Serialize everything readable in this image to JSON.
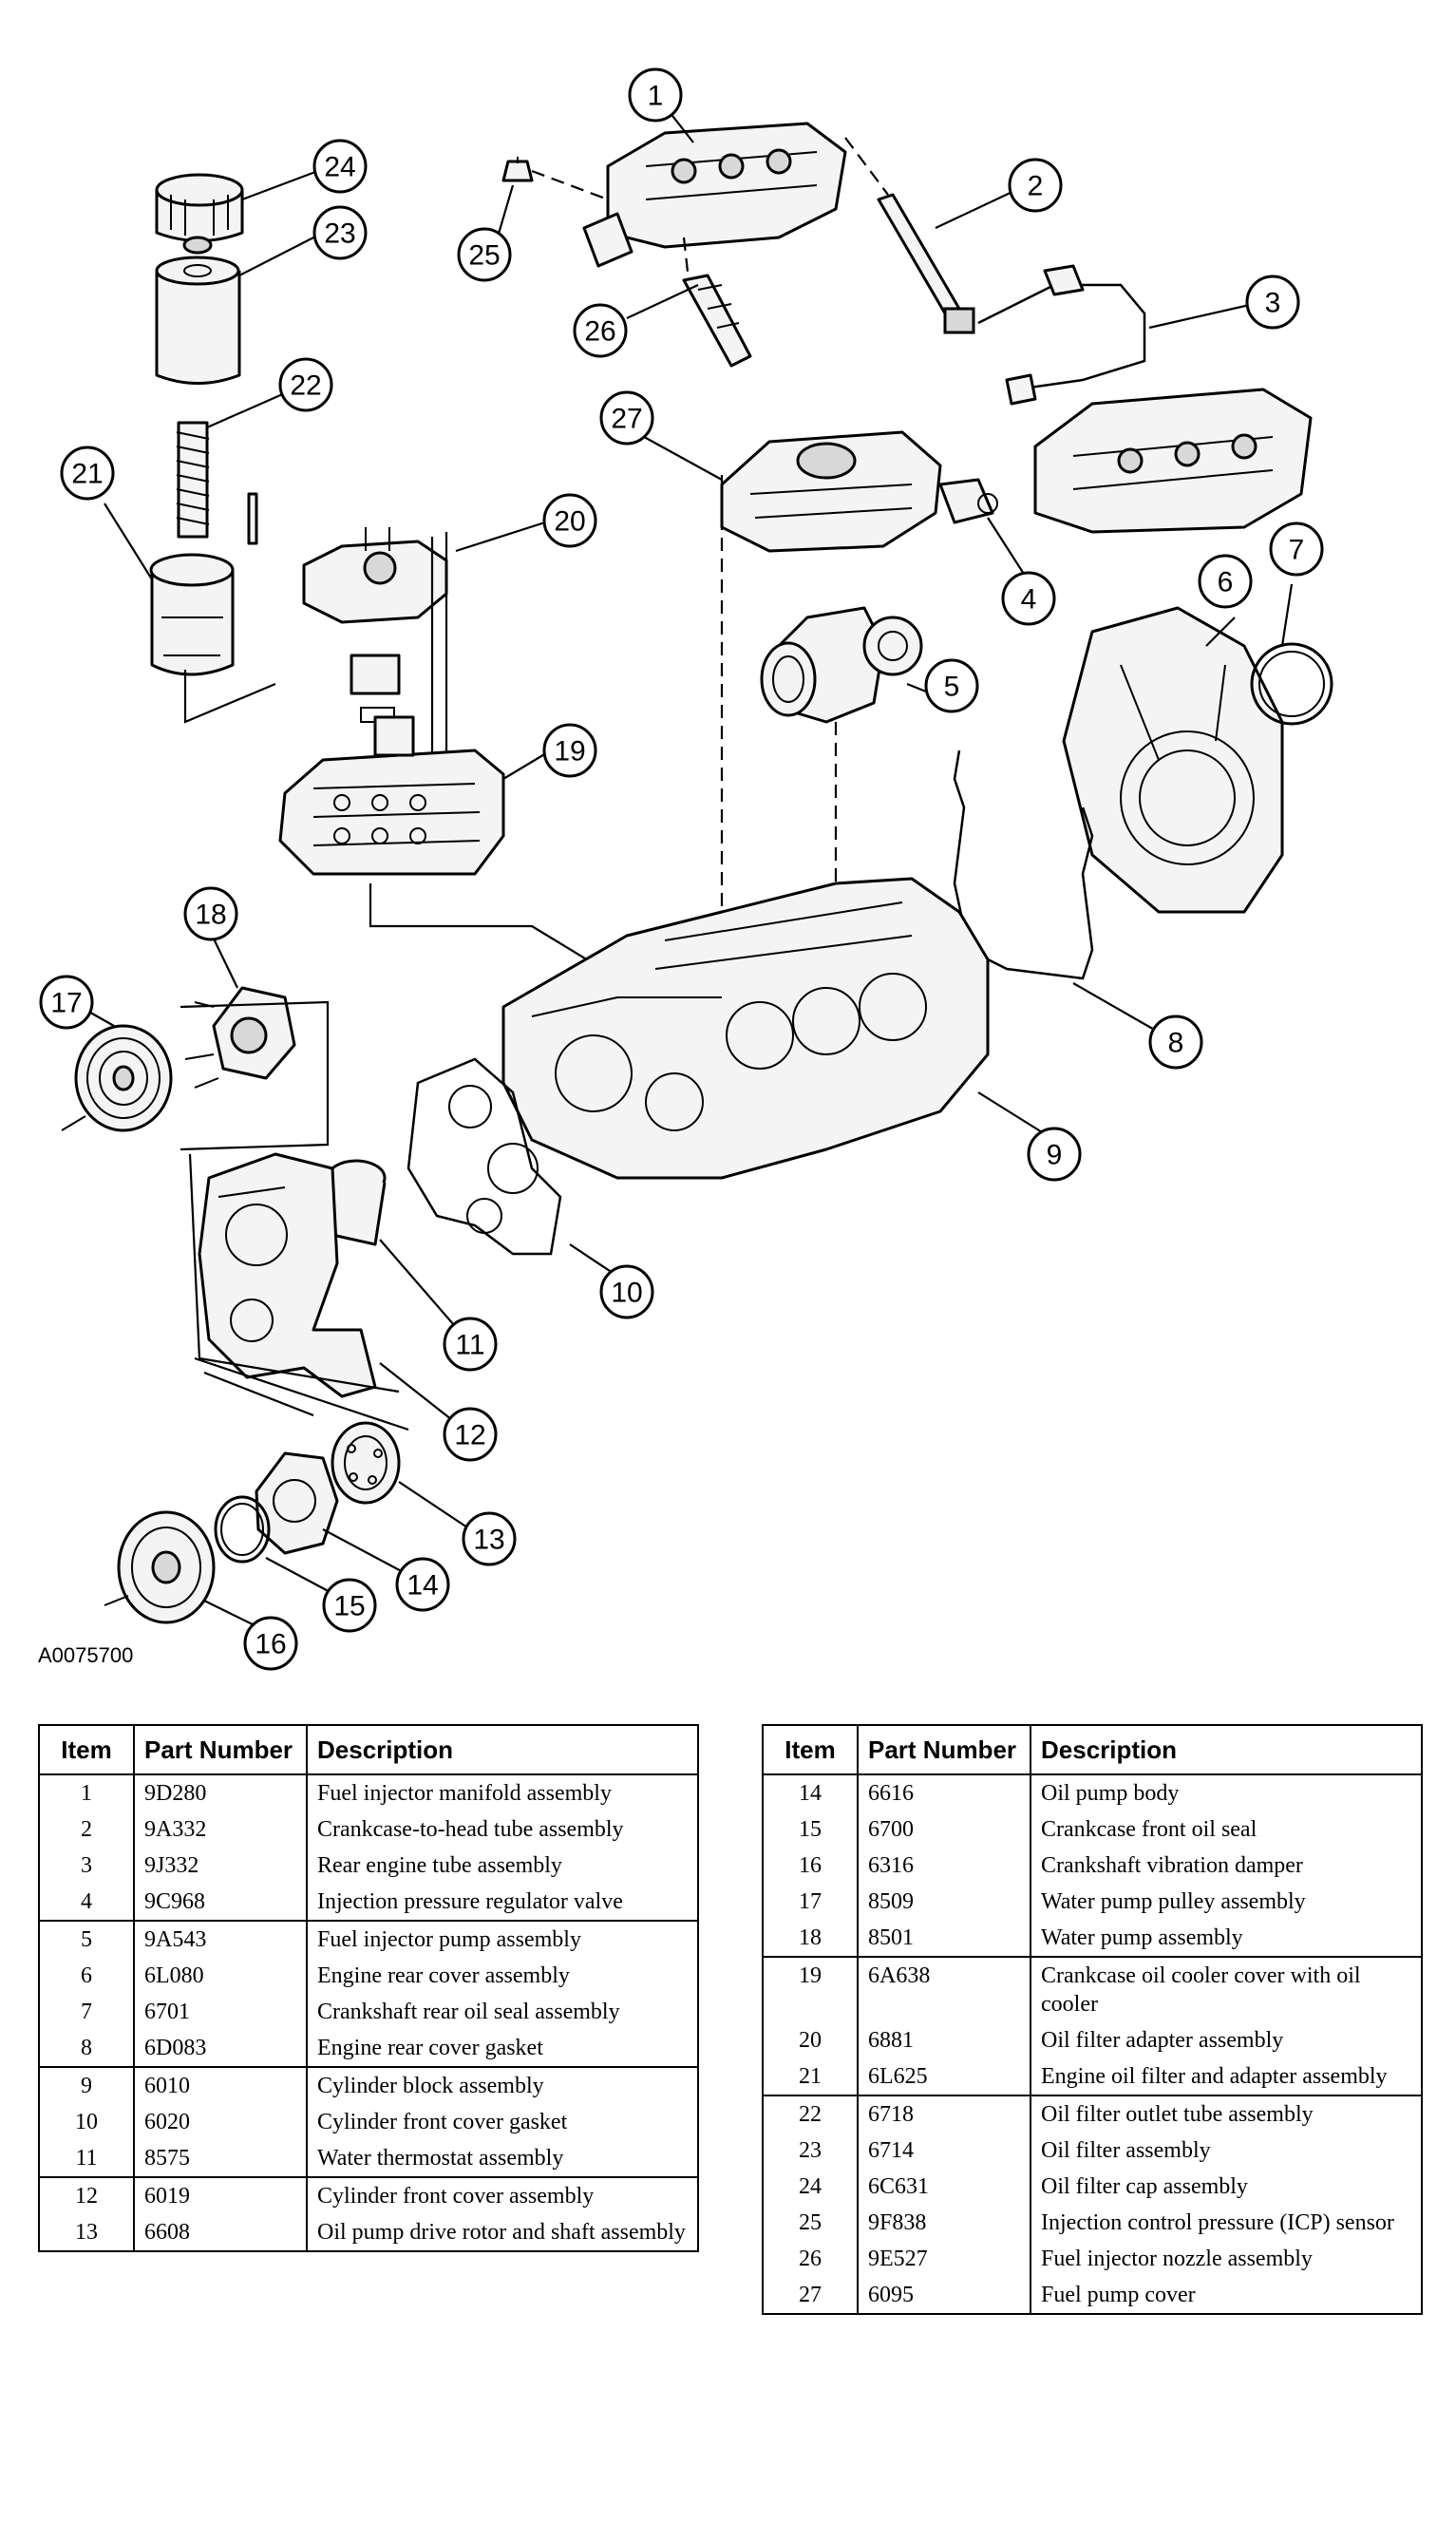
{
  "figure_id": "A0075700",
  "callouts": [
    "1",
    "2",
    "3",
    "4",
    "5",
    "6",
    "7",
    "8",
    "9",
    "10",
    "11",
    "12",
    "13",
    "14",
    "15",
    "16",
    "17",
    "18",
    "19",
    "20",
    "21",
    "22",
    "23",
    "24",
    "25",
    "26",
    "27"
  ],
  "table_headers": {
    "item": "Item",
    "part_number": "Part Number",
    "description": "Description"
  },
  "parts_left": [
    {
      "item": "1",
      "part_number": "9D280",
      "description": "Fuel injector manifold assembly"
    },
    {
      "item": "2",
      "part_number": "9A332",
      "description": "Crankcase-to-head tube assembly"
    },
    {
      "item": "3",
      "part_number": "9J332",
      "description": "Rear engine tube assembly"
    },
    {
      "item": "4",
      "part_number": "9C968",
      "description": "Injection pressure regulator valve"
    },
    {
      "item": "5",
      "part_number": "9A543",
      "description": "Fuel injector pump assembly"
    },
    {
      "item": "6",
      "part_number": "6L080",
      "description": "Engine rear cover assembly"
    },
    {
      "item": "7",
      "part_number": "6701",
      "description": "Crankshaft rear oil seal assembly"
    },
    {
      "item": "8",
      "part_number": "6D083",
      "description": "Engine rear cover gasket"
    },
    {
      "item": "9",
      "part_number": "6010",
      "description": "Cylinder block assembly"
    },
    {
      "item": "10",
      "part_number": "6020",
      "description": "Cylinder front cover gasket"
    },
    {
      "item": "11",
      "part_number": "8575",
      "description": "Water thermostat assembly"
    },
    {
      "item": "12",
      "part_number": "6019",
      "description": "Cylinder front cover assembly"
    },
    {
      "item": "13",
      "part_number": "6608",
      "description": "Oil pump drive rotor and shaft assembly"
    }
  ],
  "parts_right": [
    {
      "item": "14",
      "part_number": "6616",
      "description": "Oil pump body"
    },
    {
      "item": "15",
      "part_number": "6700",
      "description": "Crankcase front oil seal"
    },
    {
      "item": "16",
      "part_number": "6316",
      "description": "Crankshaft vibration damper"
    },
    {
      "item": "17",
      "part_number": "8509",
      "description": "Water pump pulley assembly"
    },
    {
      "item": "18",
      "part_number": "8501",
      "description": "Water pump assembly"
    },
    {
      "item": "19",
      "part_number": "6A638",
      "description": "Crankcase oil cooler cover with oil cooler"
    },
    {
      "item": "20",
      "part_number": "6881",
      "description": "Oil filter adapter assembly"
    },
    {
      "item": "21",
      "part_number": "6L625",
      "description": "Engine oil filter and adapter assembly"
    },
    {
      "item": "22",
      "part_number": "6718",
      "description": "Oil filter outlet tube assembly"
    },
    {
      "item": "23",
      "part_number": "6714",
      "description": "Oil filter assembly"
    },
    {
      "item": "24",
      "part_number": "6C631",
      "description": "Oil filter cap assembly"
    },
    {
      "item": "25",
      "part_number": "9F838",
      "description": "Injection control pressure (ICP) sensor"
    },
    {
      "item": "26",
      "part_number": "9E527",
      "description": "Fuel injector nozzle assembly"
    },
    {
      "item": "27",
      "part_number": "6095",
      "description": "Fuel pump cover"
    }
  ]
}
